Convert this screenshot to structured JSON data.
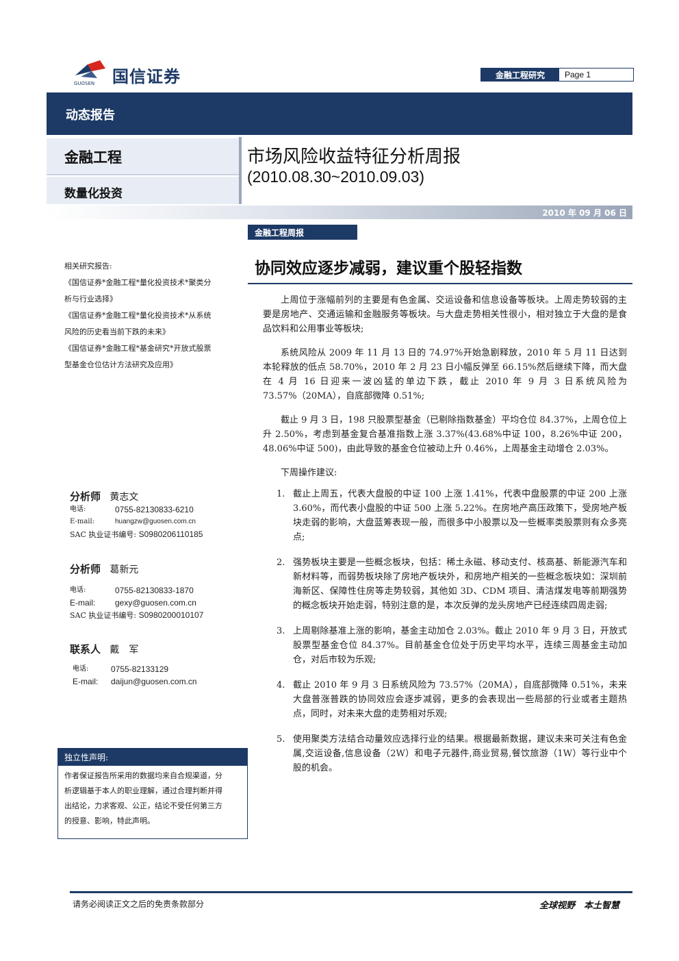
{
  "header": {
    "company": "国信证券",
    "company_en": "GUOSEN",
    "dept": "金融工程研究",
    "page": "Page 1",
    "banner": "动态报告",
    "category_main": "金融工程",
    "category_sub": "数量化投资",
    "title": "市场风险收益特征分析周报",
    "title_range": "(2010.08.30~2010.09.03)",
    "date": "2010 年 09 月 06 日",
    "tag": "金融工程周报",
    "headline": "协同效应逐步减弱，建议重个股轻指数"
  },
  "related": {
    "heading": "相关研究报告:",
    "items": [
      "《国信证券*金融工程*量化投资技术*聚类分",
      "析与行业选择》",
      "《国信证券*金融工程*量化投资技术*从系统",
      "风险的历史看当前下跌的未来》",
      "《国信证券*金融工程*基金研究*开放式股票",
      "型基金仓位估计方法研究及应用》"
    ]
  },
  "analysts": [
    {
      "role": "分析师",
      "name": "黄志文",
      "phone_label": "电话:",
      "phone": "0755-82130833-6210",
      "email_label": "E-mail:",
      "email": "huangzw@guosen.com.cn",
      "sac_label": "SAC 执业证书编号:",
      "sac": "S0980206110185"
    },
    {
      "role": "分析师",
      "name": "葛新元",
      "phone_label": "电话:",
      "phone": "0755-82130833-1870",
      "email_label": "E-mail:",
      "email": "gexy@guosen.com.cn",
      "sac_label": "SAC 执业证书编号:",
      "sac": "S0980200010107"
    },
    {
      "role": "联系人",
      "name": "戴　军",
      "phone_label": "电话:",
      "phone": "0755-82133129",
      "email_label": "E-mail:",
      "email": "daijun@guosen.com.cn"
    }
  ],
  "declaration": {
    "heading": "独立性声明:",
    "lines": [
      "作者保证报告所采用的数据均来自合规渠道，分",
      "析逻辑基于本人的职业理解，通过合理判断并得",
      "出结论，力求客观、公正，结论不受任何第三方",
      "的授意、影响，特此声明。"
    ]
  },
  "body": {
    "paragraphs": [
      "上周位于涨幅前列的主要是有色金属、交运设备和信息设备等板块。上周走势较弱的主要是房地产、交通运输和金融服务等板块。与大盘走势相关性很小，相对独立于大盘的是食品饮料和公用事业等板块;",
      "系统风险从 2009 年 11 月 13 日的 74.97%开始急剧释放，2010 年 5 月 11 日达到本轮释放的低点 58.70%，2010 年 2 月 23 日小幅反弹至 66.15%然后继续下降，而大盘在 4 月 16 日迎来一波凶猛的单边下跌，截止 2010 年 9 月 3 日系统风险为 73.57%（20MA），自底部微降 0.51%;",
      "截止 9 月 3 日，198 只股票型基金（已剔除指数基金）平均仓位 84.37%，上周仓位上升 2.50%，考虑到基金复合基准指数上涨 3.37%(43.68%中证 100，8.26%中证 200，48.06%中证 500)，由此导致的基金仓位被动上升 0.46%，上周基金主动增仓 2.03%。"
    ],
    "suggest_heading": "下周操作建议:",
    "items": [
      {
        "num": "1.",
        "text": "截止上周五，代表大盘股的中证 100 上涨 1.41%，代表中盘股票的中证 200 上涨 3.60%，而代表小盘股的中证 500 上涨 5.22%。在房地产高压政策下，受房地产板块走弱的影响，大盘蓝筹表现一般，而很多中小股票以及一些概率类股票则有众多亮点;"
      },
      {
        "num": "2.",
        "text": "强势板块主要是一些概念板块，包括：稀土永磁、移动支付、核高基、新能源汽车和新材料等，而弱势板块除了房地产板块外，和房地产相关的一些概念板块如：深圳前海新区、保障性住房等走势较弱，其他如 3D、CDM 项目、清洁煤发电等前期强势的概念板块开始走弱，特别注意的是，本次反弹的龙头房地产已经连续四周走弱;"
      },
      {
        "num": "3.",
        "text": "上周剔除基准上涨的影响，基金主动加仓 2.03%。截止 2010 年 9 月 3 日，开放式股票型基金仓位 84.37%。目前基金仓位处于历史平均水平，连续三周基金主动加仓，对后市较为乐观;"
      },
      {
        "num": "4.",
        "text": "截止 2010 年 9 月 3 日系统风险为 73.57%（20MA），自底部微降 0.51%，未来大盘普涨普跌的协同效应会逐步减弱，更多的会表现出一些局部的行业或者主题热点，同时，对未来大盘的走势相对乐观;"
      },
      {
        "num": "5.",
        "text": "使用聚类方法结合动量效应选择行业的结果。根据最新数据，建议未来可关注有色金属,交运设备,信息设备（2W）和电子元器件,商业贸易,餐饮旅游（1W）等行业中个股的机会。"
      }
    ]
  },
  "footer": {
    "left": "请务必阅读正文之后的免责条款部分",
    "right": "全球视野　本土智慧"
  },
  "colors": {
    "navy": "#1d3a66",
    "logo_red": "#d7261e"
  }
}
